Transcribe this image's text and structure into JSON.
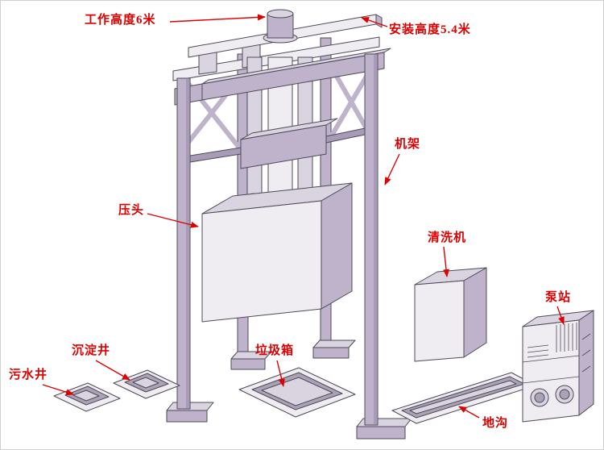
{
  "labels": {
    "working_height": "工作高度6米",
    "install_height": "安装高度5.4米",
    "frame": "机架",
    "press_head": "压头",
    "washer": "清洗机",
    "pump_station": "泵站",
    "settling_well": "沉淀井",
    "sewage_well": "污水井",
    "garbage_bin": "垃圾箱",
    "trench": "地沟"
  },
  "colors": {
    "label": "#dd0000",
    "outline": "#4f4a58",
    "lavender": "#beb3ca",
    "lavender_dark": "#a79bb8",
    "light_face": "#efedf2",
    "mid_face": "#d9d4e0",
    "hole": "#aaa2b5",
    "background": "#ffffff",
    "border": "#d0d0d0"
  }
}
